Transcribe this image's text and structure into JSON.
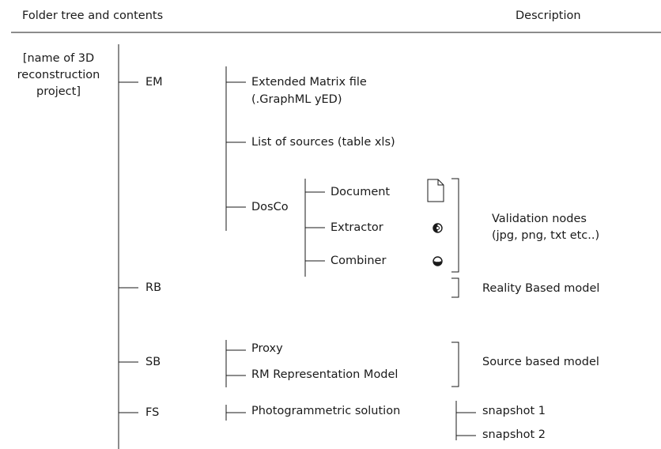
{
  "header": {
    "left": "Folder tree and contents",
    "right": "Description"
  },
  "root": {
    "lines": [
      "[name of 3D",
      "reconstruction",
      "project]"
    ]
  },
  "folders": {
    "em": {
      "label": "EM",
      "items": {
        "matrix_line1": "Extended Matrix file",
        "matrix_line2": "(.GraphML yED)",
        "sources": "List of sources (table xls)",
        "dosco": {
          "label": "DosCo",
          "document": "Document",
          "extractor": "Extractor",
          "combiner": "Combiner"
        }
      },
      "description_line1": "Validation nodes",
      "description_line2": "(jpg, png, txt etc..)"
    },
    "rb": {
      "label": "RB",
      "description": "Reality Based model"
    },
    "sb": {
      "label": "SB",
      "items": {
        "proxy": "Proxy",
        "rm": "RM Representation Model"
      },
      "description": "Source based model"
    },
    "fs": {
      "label": "FS",
      "items": {
        "photogrammetric": "Photogrammetric solution",
        "snapshot1": "snapshot 1",
        "snapshot2": "snapshot 2"
      }
    }
  },
  "icons": {
    "document": "document-icon",
    "extractor": "extractor-icon",
    "combiner": "combiner-icon"
  }
}
